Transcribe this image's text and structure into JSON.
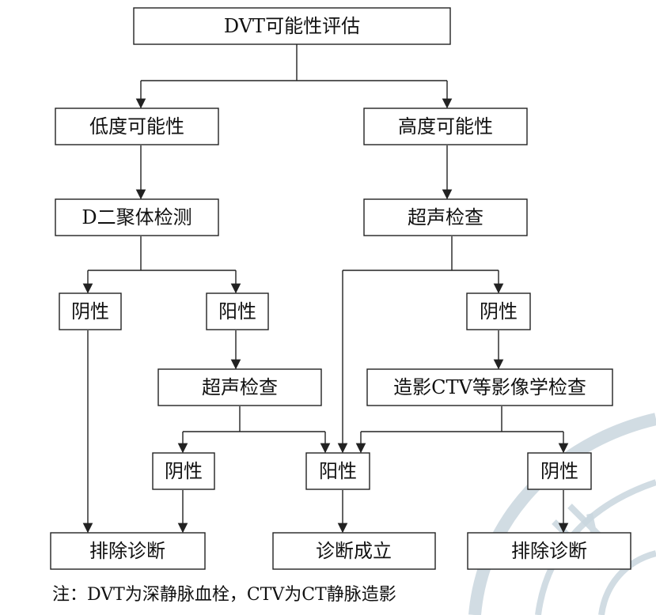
{
  "diagram": {
    "nodes": {
      "dvt_assessment": "DVT可能性评估",
      "low_probability": "低度可能性",
      "high_probability": "高度可能性",
      "d_dimer_test": "D二聚体检测",
      "ultrasound_high": "超声检查",
      "negative_d_dimer": "阴性",
      "positive_d_dimer": "阳性",
      "negative_ultrasound_high": "阴性",
      "ultrasound_low": "超声检查",
      "ctv_imaging": "造影CTV等影像学检查",
      "negative_ultrasound_low": "阴性",
      "positive_center": "阳性",
      "negative_ctv": "阴性",
      "exclude_left": "排除诊断",
      "diagnosis_confirmed": "诊断成立",
      "exclude_right": "排除诊断"
    },
    "edges": [
      [
        "dvt_assessment",
        "low_probability"
      ],
      [
        "dvt_assessment",
        "high_probability"
      ],
      [
        "low_probability",
        "d_dimer_test"
      ],
      [
        "high_probability",
        "ultrasound_high"
      ],
      [
        "d_dimer_test",
        "negative_d_dimer"
      ],
      [
        "d_dimer_test",
        "positive_d_dimer"
      ],
      [
        "ultrasound_high",
        "negative_ultrasound_high"
      ],
      [
        "ultrasound_high",
        "positive_center"
      ],
      [
        "positive_d_dimer",
        "ultrasound_low"
      ],
      [
        "negative_ultrasound_high",
        "ctv_imaging"
      ],
      [
        "ultrasound_low",
        "negative_ultrasound_low"
      ],
      [
        "ultrasound_low",
        "positive_center"
      ],
      [
        "ctv_imaging",
        "positive_center"
      ],
      [
        "ctv_imaging",
        "negative_ctv"
      ],
      [
        "negative_d_dimer",
        "exclude_left"
      ],
      [
        "negative_ultrasound_low",
        "exclude_left"
      ],
      [
        "positive_center",
        "diagnosis_confirmed"
      ],
      [
        "negative_ctv",
        "exclude_right"
      ]
    ]
  },
  "footnote": "注：DVT为深静脉血栓，CTV为CT静脉造影",
  "colors": {
    "line": "#222222",
    "text": "#111111",
    "watermark": "#c9d6de"
  }
}
